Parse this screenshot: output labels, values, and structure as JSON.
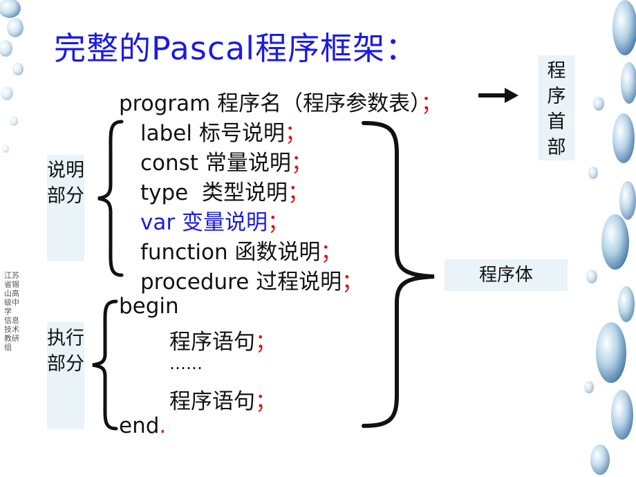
{
  "title": "完整的Pascal程序框架：",
  "header_line": {
    "keyword": "program",
    "text": " 程序名（程序参数表）",
    "semi": "；"
  },
  "declarations": [
    {
      "keyword": "label",
      "text": " 标号说明",
      "semi": "；"
    },
    {
      "keyword": "const",
      "text": " 常量说明",
      "semi": "；"
    },
    {
      "keyword": "type",
      "text": "  类型说明",
      "semi": "；"
    },
    {
      "keyword": "var",
      "text": " 变量说明",
      "semi": "；"
    },
    {
      "keyword": "function",
      "text": " 函数说明",
      "semi": "；"
    },
    {
      "keyword": "procedure",
      "text": " 过程说明",
      "semi": "；"
    }
  ],
  "body": {
    "begin": "begin",
    "stmt1": "程序语句",
    "stmt1_semi": "；",
    "ellipsis": "……",
    "stmt2": "程序语句",
    "stmt2_semi": "；",
    "end": "end",
    "end_dot": "."
  },
  "labels": {
    "program_head": "程序首部",
    "declaration_part": "说明部分",
    "execution_part": "执行部分",
    "program_body": "程序体"
  },
  "watermark": "江苏省锡山高级中学 信息技术教研组",
  "colors": {
    "title": "#1a1ae6",
    "semicolon": "#e01010",
    "highlight": "#1a1ae6",
    "label_bg": "#e9f3f8"
  }
}
